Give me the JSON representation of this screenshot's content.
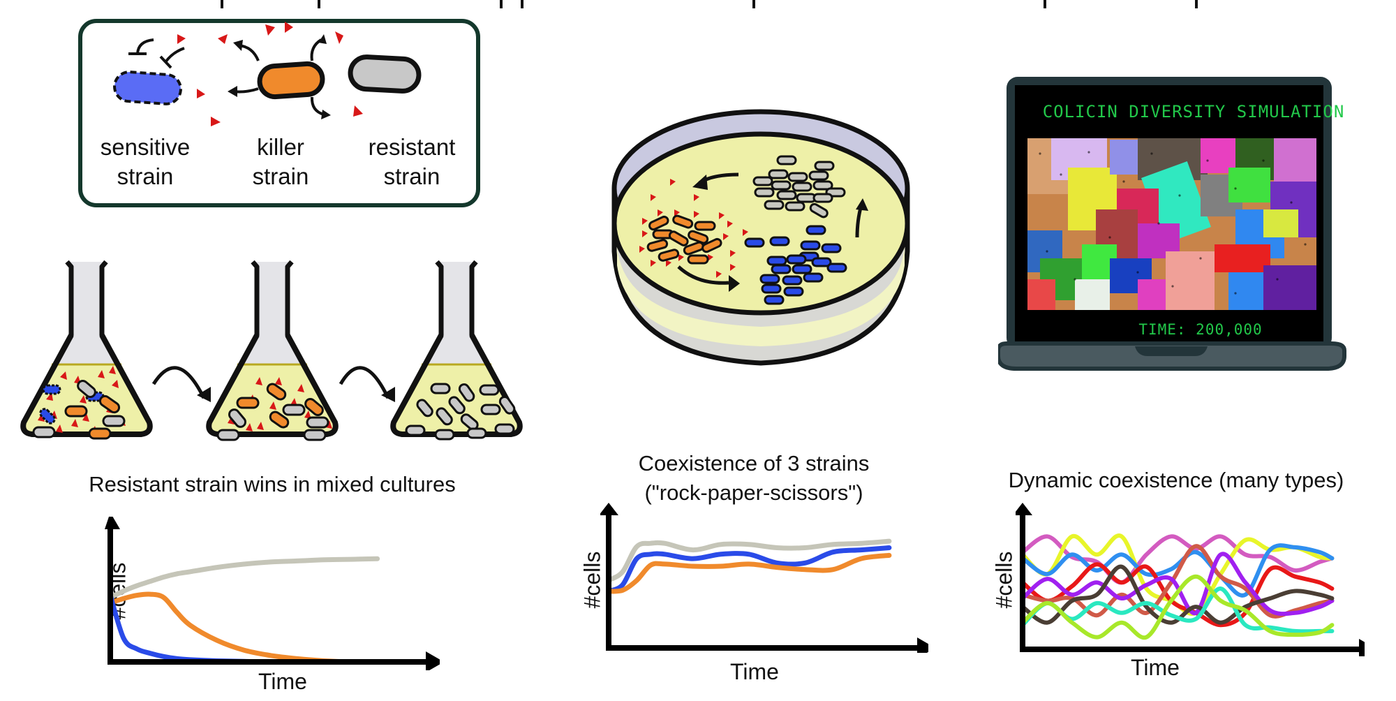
{
  "legend": {
    "strains": [
      {
        "key": "sensitive",
        "label_line1": "sensitive",
        "label_line2": "strain",
        "color": "#5a6cf5",
        "outline": "dashed"
      },
      {
        "key": "killer",
        "label_line1": "killer",
        "label_line2": "strain",
        "color": "#f08a2c",
        "outline": "solid"
      },
      {
        "key": "resistant",
        "label_line1": "resistant",
        "label_line2": "strain",
        "color": "#c8c8c8",
        "outline": "solid"
      }
    ],
    "toxin_color": "#d81818",
    "box_border_color": "#14382c"
  },
  "colors": {
    "medium": "#eef0a8",
    "dish_rim": "#c9c9e0",
    "dish_side": "#d8d8d4",
    "flask_glass": "#e4e4e8",
    "laptop_body": "#4a5a60",
    "laptop_frame": "#23353a",
    "terminal_green": "#22c84a"
  },
  "simulation": {
    "title": "COLICIN DIVERSITY SIMULATION",
    "time_label": "TIME: 200,000"
  },
  "chart_data": [
    {
      "type": "line",
      "title": "Resistant strain wins in mixed cultures",
      "xlabel": "Time",
      "ylabel": "#cells",
      "x": [
        0,
        0.05,
        0.1,
        0.15,
        0.2,
        0.25,
        0.3,
        0.4,
        0.5,
        0.6,
        0.7,
        0.8,
        0.9,
        1.0
      ],
      "series": [
        {
          "name": "resistant",
          "color": "#c5c5b8",
          "values": [
            0.6,
            0.66,
            0.71,
            0.75,
            0.79,
            0.82,
            0.84,
            0.88,
            0.91,
            0.93,
            0.94,
            0.95,
            0.955,
            0.96
          ]
        },
        {
          "name": "killer",
          "color": "#f08a2c",
          "values": [
            0.55,
            0.59,
            0.62,
            0.63,
            0.6,
            0.46,
            0.34,
            0.2,
            0.11,
            0.06,
            0.03,
            0.01,
            0.0,
            0.0
          ]
        },
        {
          "name": "sensitive",
          "color": "#2a4be8",
          "values": [
            0.62,
            0.22,
            0.12,
            0.08,
            0.05,
            0.03,
            0.02,
            0.01,
            0.005,
            0.0,
            0.0,
            0.0,
            0.0,
            0.0
          ]
        }
      ],
      "ylim": [
        0,
        1.3
      ],
      "xlim": [
        0,
        1.15
      ],
      "grid": false
    },
    {
      "type": "line",
      "title": "Coexistence of 3 strains",
      "subtitle": "(\"rock-paper-scissors\")",
      "xlabel": "Time",
      "ylabel": "#cells",
      "x": [
        0,
        0.05,
        0.1,
        0.15,
        0.2,
        0.3,
        0.4,
        0.5,
        0.6,
        0.7,
        0.8,
        0.9,
        1.0
      ],
      "series": [
        {
          "name": "resistant",
          "color": "#c5c5b8",
          "values": [
            0.62,
            0.7,
            0.93,
            0.96,
            0.96,
            0.9,
            0.95,
            0.95,
            0.92,
            0.92,
            0.95,
            0.96,
            0.98
          ]
        },
        {
          "name": "sensitive",
          "color": "#2a4be8",
          "values": [
            0.52,
            0.58,
            0.82,
            0.86,
            0.86,
            0.82,
            0.86,
            0.86,
            0.78,
            0.78,
            0.88,
            0.9,
            0.92
          ]
        },
        {
          "name": "killer",
          "color": "#f08a2c",
          "values": [
            0.52,
            0.53,
            0.62,
            0.76,
            0.77,
            0.75,
            0.75,
            0.77,
            0.74,
            0.72,
            0.72,
            0.82,
            0.85
          ]
        }
      ],
      "ylim": [
        0,
        1.25
      ],
      "xlim": [
        0,
        1.07
      ],
      "grid": false
    },
    {
      "type": "line",
      "title": "Dynamic coexistence (many types)",
      "xlabel": "Time",
      "ylabel": "#cells",
      "x": [
        0,
        0.08,
        0.16,
        0.24,
        0.32,
        0.4,
        0.48,
        0.56,
        0.64,
        0.72,
        0.8,
        0.88,
        0.96,
        1.0
      ],
      "series": [
        {
          "name": "type-magenta",
          "color": "#d35bc0",
          "values": [
            0.8,
            0.93,
            0.76,
            0.72,
            0.55,
            0.78,
            0.93,
            0.83,
            0.93,
            0.78,
            0.76,
            0.65,
            0.72,
            0.75
          ]
        },
        {
          "name": "type-yellow",
          "color": "#e8f52a",
          "values": [
            0.78,
            0.62,
            0.93,
            0.78,
            0.93,
            0.5,
            0.4,
            0.3,
            0.62,
            0.9,
            0.82,
            0.84,
            0.76,
            0.75
          ]
        },
        {
          "name": "type-blue",
          "color": "#2f8ff0",
          "values": [
            0.75,
            0.62,
            0.78,
            0.65,
            0.78,
            0.62,
            0.66,
            0.8,
            0.6,
            0.45,
            0.82,
            0.84,
            0.8,
            0.75
          ]
        },
        {
          "name": "type-red",
          "color": "#e81818",
          "values": [
            0.55,
            0.4,
            0.52,
            0.7,
            0.55,
            0.68,
            0.4,
            0.3,
            0.2,
            0.3,
            0.66,
            0.6,
            0.55,
            0.5
          ]
        },
        {
          "name": "type-brick",
          "color": "#d05a48",
          "values": [
            0.45,
            0.4,
            0.42,
            0.28,
            0.45,
            0.3,
            0.55,
            0.85,
            0.6,
            0.5,
            0.28,
            0.32,
            0.38,
            0.4
          ]
        },
        {
          "name": "type-purple",
          "color": "#a020f0",
          "values": [
            0.42,
            0.58,
            0.45,
            0.55,
            0.42,
            0.53,
            0.58,
            0.3,
            0.78,
            0.55,
            0.32,
            0.3,
            0.35,
            0.4
          ]
        },
        {
          "name": "type-dark-brown",
          "color": "#4a3e34",
          "values": [
            0.35,
            0.22,
            0.4,
            0.45,
            0.68,
            0.35,
            0.22,
            0.35,
            0.22,
            0.35,
            0.42,
            0.48,
            0.45,
            0.42
          ]
        },
        {
          "name": "type-cyan",
          "color": "#2ae8c0",
          "values": [
            0.2,
            0.38,
            0.25,
            0.38,
            0.3,
            0.38,
            0.28,
            0.25,
            0.5,
            0.2,
            0.18,
            0.15,
            0.15,
            0.15
          ]
        },
        {
          "name": "type-lime",
          "color": "#a8e82a",
          "values": [
            0.22,
            0.38,
            0.22,
            0.1,
            0.22,
            0.1,
            0.4,
            0.6,
            0.4,
            0.32,
            0.15,
            0.12,
            0.14,
            0.2
          ]
        }
      ],
      "ylim": [
        0,
        1.15
      ],
      "xlim": [
        0,
        1.06
      ],
      "grid": false
    }
  ]
}
